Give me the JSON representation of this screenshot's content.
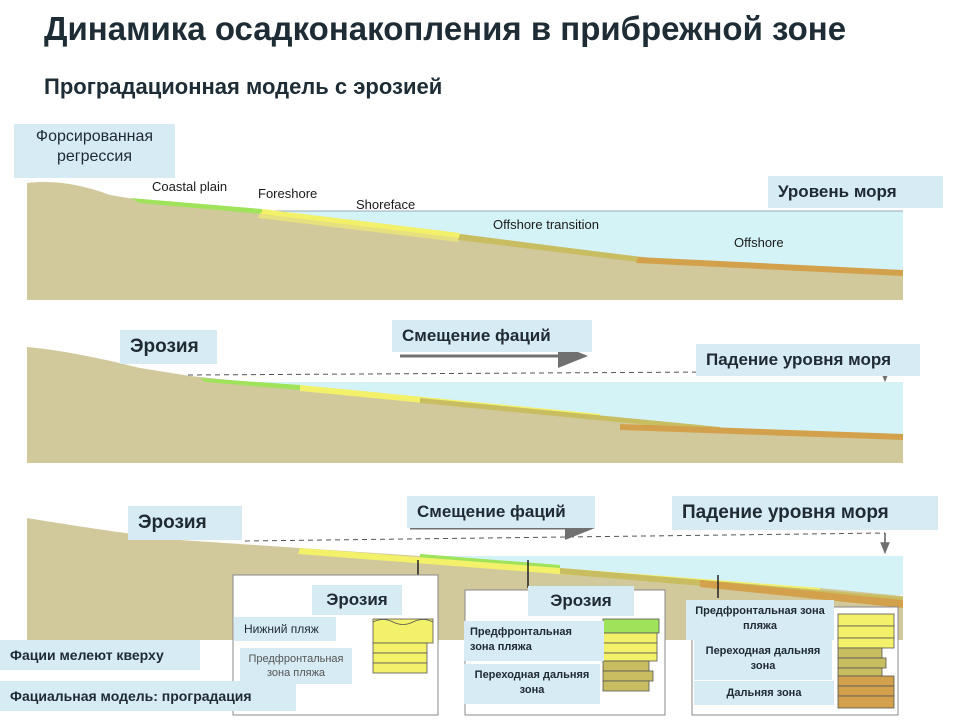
{
  "title": "Динамика осадконакопления в прибрежной зоне",
  "subtitle": "Проградационная модель с эрозией",
  "panel1": {
    "label": "Форсированная регрессия",
    "sea_level": "Уровень моря",
    "facies": {
      "coastal_plain": "Coastal plain",
      "foreshore": "Foreshore",
      "shoreface": "Shoreface",
      "offshore_transition": "Offshore transition",
      "offshore": "Offshore"
    }
  },
  "panel2": {
    "erosion": "Эрозия",
    "facies_shift": "Смещение фаций",
    "sea_level_fall": "Падение уровня моря"
  },
  "panel3": {
    "erosion": "Эрозия",
    "facies_shift": "Смещение фаций",
    "sea_level_fall": "Падение уровня моря",
    "inset_erosion": "Эрозия",
    "lower_beach": "Нижний пляж",
    "pre_foreshore_beach_zone": "Предфронтальная зона пляжа",
    "erosion_2": "Эрозия",
    "pre_foreshore_zone": "Предфронтальная зона пляжа",
    "transitional_offshore_zone": "Переходная дальняя зона",
    "pre_foreshore_zone_right": "Предфронтальная зона пляжа",
    "transitional_offshore_zone_right": "Переходная дальняя зона",
    "offshore_zone": "Дальняя зона"
  },
  "notes": {
    "coarsening_up": "Фации мелеют кверху",
    "facies_model": "Фациальная модель: проградация"
  },
  "colors": {
    "land": "#d1c99c",
    "sea": "#d4f3f7",
    "green": "#9ee35a",
    "yellow": "#f3f06a",
    "khaki": "#c9bd62",
    "orange": "#d3a14b",
    "tag_fill": "#d6ebf4",
    "title": "#1e2c35"
  }
}
